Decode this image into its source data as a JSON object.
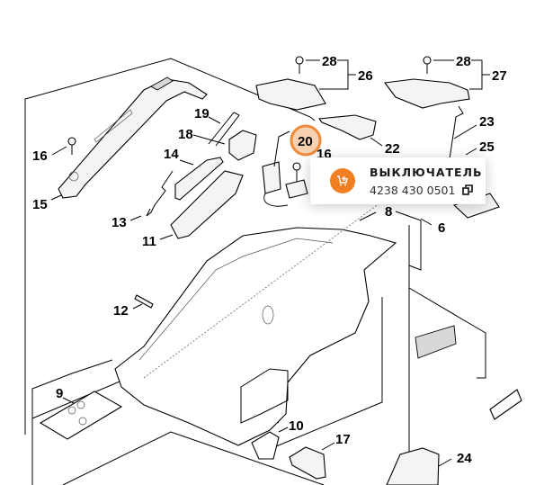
{
  "diagram": {
    "labels": {
      "l28a": "28",
      "l26": "26",
      "l28b": "28",
      "l27": "27",
      "l23": "23",
      "l22": "22",
      "l25": "25",
      "l16a": "16",
      "l16b": "16",
      "l19": "19",
      "l18": "18",
      "l14": "14",
      "l15": "15",
      "l13": "13",
      "l11": "11",
      "l8": "8",
      "l6": "6",
      "l12": "12",
      "l9": "9",
      "l10": "10",
      "l17": "17",
      "l24": "24"
    },
    "highlighted": {
      "label": "20",
      "color": "#f08a3c"
    }
  },
  "popup": {
    "icon": "add-to-cart-icon",
    "accent": "#f07f22",
    "name": "ВЫКЛЮЧАТЕЛЬ",
    "part_number": "4238 430 0501",
    "copy_icon": "copy-icon"
  }
}
